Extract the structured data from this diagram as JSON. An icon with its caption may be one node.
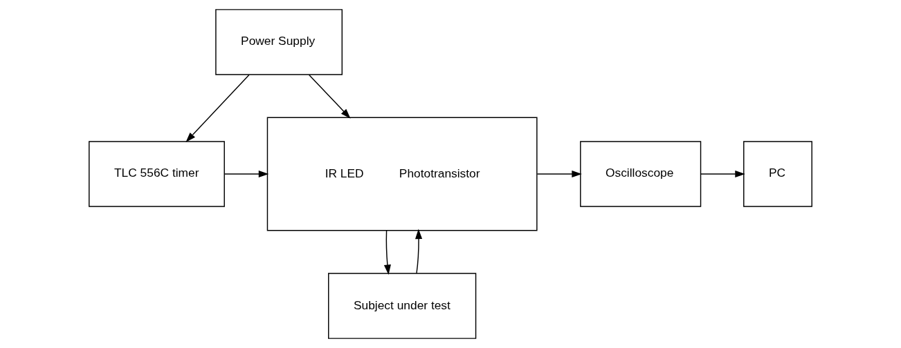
{
  "diagram": {
    "nodes": [
      {
        "text": [
          "Power Supply"
        ]
      },
      {
        "text": [
          "TLC 556C timer"
        ]
      },
      {
        "text": [
          "IR LED",
          "Phototransistor"
        ]
      },
      {
        "text": [
          "Oscilloscope"
        ]
      },
      {
        "text": [
          "PC"
        ]
      },
      {
        "text": [
          "Subject under test"
        ]
      }
    ],
    "edges": [
      {
        "from": 0,
        "to": 1,
        "arrow": "to"
      },
      {
        "from": 0,
        "to": 2,
        "arrow": "to"
      },
      {
        "from": 1,
        "to": 2,
        "arrow": "to"
      },
      {
        "from": 2,
        "to": 3,
        "arrow": "to"
      },
      {
        "from": 3,
        "to": 4,
        "arrow": "to"
      },
      {
        "from": 2,
        "to": 5,
        "arrow": "to"
      },
      {
        "from": 5,
        "to": 2,
        "arrow": "to"
      }
    ]
  }
}
